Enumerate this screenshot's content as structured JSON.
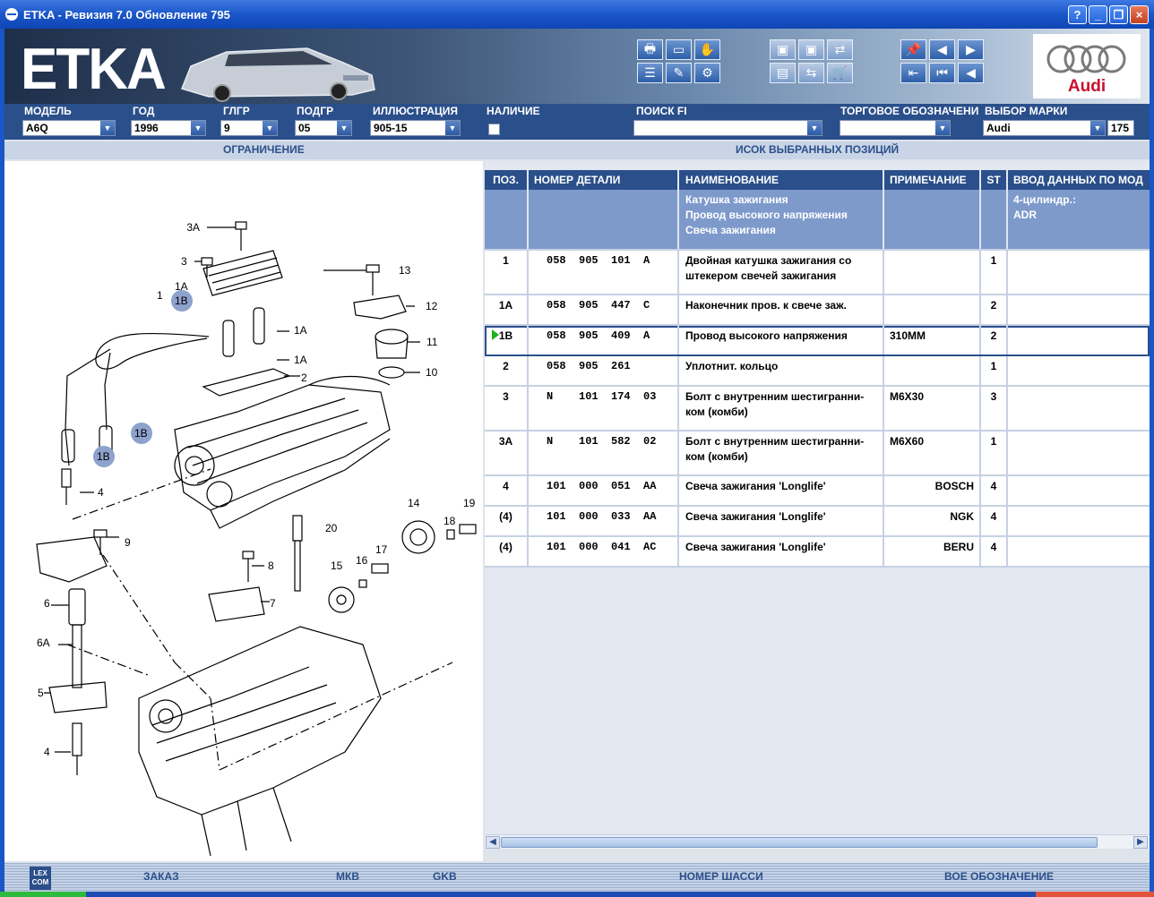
{
  "window": {
    "title": "ETKA - Ревизия 7.0 Обновление 795",
    "buttons": {
      "help": "?",
      "minimize": "_",
      "restore": "❐",
      "close": "×"
    }
  },
  "brand": {
    "logo_text": "ETKA",
    "make_logo": "Audi"
  },
  "colors": {
    "primary": "#2a4f8a",
    "info_row": "#7e9acb",
    "audi_red": "#c8102e",
    "title_blue": "#1a56c8"
  },
  "filters": {
    "model": {
      "label": "МОДЕЛЬ",
      "value": "A6Q"
    },
    "year": {
      "label": "ГОД",
      "value": "1996"
    },
    "main_group": {
      "label": "ГЛГР",
      "value": "9"
    },
    "sub_group": {
      "label": "ПОДГР",
      "value": "05"
    },
    "illustration": {
      "label": "ИЛЛЮСТРАЦИЯ",
      "value": "905-15"
    },
    "availability": {
      "label": "НАЛИЧИЕ"
    },
    "search_fi": {
      "label": "ПОИСК FI",
      "value": ""
    },
    "trade_mark": {
      "label": "ТОРГОВОЕ ОБОЗНАЧЕНИ",
      "value": ""
    },
    "brand_select": {
      "label": "ВЫБОР МАРКИ",
      "value": "Audi",
      "count": "175"
    }
  },
  "section_headers": {
    "restriction": "ОГРАНИЧЕНИЕ",
    "selected_list": "ИСОК ВЫБРАННЫХ ПОЗИЦИЙ"
  },
  "table": {
    "columns": [
      "ПОЗ.",
      "НОМЕР ДЕТАЛИ",
      "НАИМЕНОВАНИЕ",
      "ПРИМЕЧАНИЕ",
      "ST",
      "ВВОД ДАННЫХ ПО МОД"
    ],
    "info": {
      "names": [
        "Катушка зажигания",
        "Провод высокого напряжения",
        "Свеча зажигания"
      ],
      "input": [
        "4-цилиндр.:",
        "ADR"
      ]
    },
    "rows": [
      {
        "pos": "1",
        "part": "058  905  101  A",
        "name": [
          "Двойная катушка зажигания со",
          "штекером свечей зажигания"
        ],
        "note": "",
        "st": "1",
        "input": ""
      },
      {
        "pos": "1A",
        "part": "058  905  447  C",
        "name": [
          "Наконечник пров. к свече заж."
        ],
        "note": "",
        "st": "2",
        "input": ""
      },
      {
        "pos": "1B",
        "part": "058  905  409  A",
        "name": [
          "Провод высокого напряжения"
        ],
        "note": "310MM",
        "st": "2",
        "input": ""
      },
      {
        "pos": "2",
        "part": "058  905  261",
        "name": [
          "Уплотнит. кольцо"
        ],
        "note": "",
        "st": "1",
        "input": ""
      },
      {
        "pos": "3",
        "part": "N    101  174  03",
        "name": [
          "Болт с внутренним шестигранни-",
          "ком (комби)"
        ],
        "note": "M6X30",
        "st": "3",
        "input": ""
      },
      {
        "pos": "3A",
        "part": "N    101  582  02",
        "name": [
          "Болт с внутренним шестигранни-",
          "ком (комби)"
        ],
        "note": "M6X60",
        "st": "1",
        "input": ""
      },
      {
        "pos": "4",
        "part": "101  000  051  AA",
        "name": [
          "Свеча зажигания 'Longlife'"
        ],
        "note": "BOSCH",
        "st": "4",
        "input": ""
      },
      {
        "pos": "(4)",
        "part": "101  000  033  AA",
        "name": [
          "Свеча зажигания 'Longlife'"
        ],
        "note": "NGK",
        "st": "4",
        "input": ""
      },
      {
        "pos": "(4)",
        "part": "101  000  041  AC",
        "name": [
          "Свеча зажигания 'Longlife'"
        ],
        "note": "BERU",
        "st": "4",
        "input": ""
      }
    ]
  },
  "illustration": {
    "callouts": [
      "3A",
      "3",
      "1A",
      "1",
      "1B",
      "1A",
      "1A",
      "2",
      "13",
      "12",
      "11",
      "10",
      "1B",
      "1B",
      "4",
      "14",
      "19",
      "18",
      "20",
      "9",
      "8",
      "17",
      "16",
      "15",
      "7",
      "6",
      "6A",
      "5",
      "4"
    ]
  },
  "bottom": {
    "lexcom": "LEX COM",
    "order": "ЗАКАЗ",
    "mkv": "МКВ",
    "gkb": "GKB",
    "chassis": "НОМЕР ШАССИ",
    "all_marks": "ВОЕ ОБОЗНАЧЕНИЕ"
  }
}
